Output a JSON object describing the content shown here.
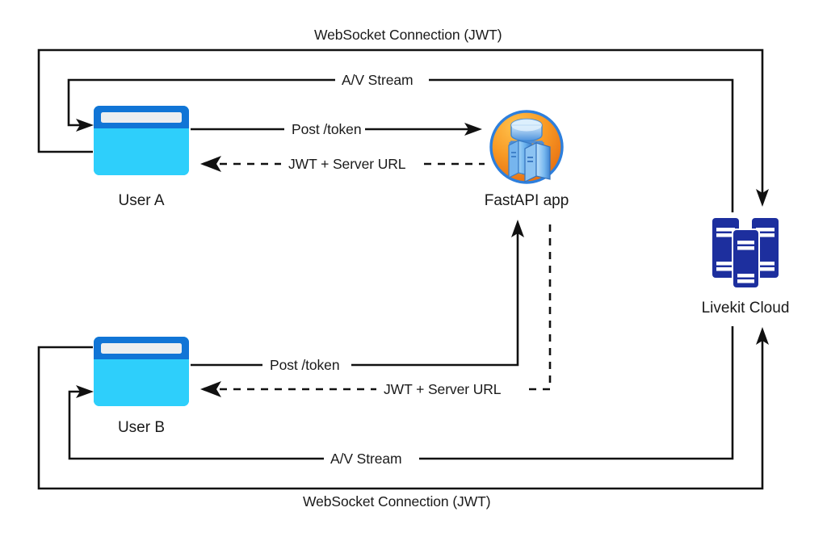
{
  "diagram": {
    "title": "LiveKit WebRTC architecture with FastAPI token server",
    "background_color": "#ffffff",
    "line_color": "#111111",
    "colors": {
      "browser_titlebar": "#1175d6",
      "browser_body": "#2ecffb",
      "browser_urlbar": "#eceef0",
      "livekit_server": "#1d2f9e",
      "fastapi_ring": "#2d7fdd",
      "fastapi_badge_top": "#f8a727",
      "fastapi_badge_bottom": "#e8711a",
      "fastapi_server_blue": "#5ba3e8"
    }
  },
  "nodes": [
    {
      "id": "user-a",
      "label": "User A",
      "icon": "browser-window-icon",
      "type": "client"
    },
    {
      "id": "fastapi",
      "label": "FastAPI app",
      "icon": "server-database-icon",
      "type": "service"
    },
    {
      "id": "livekit",
      "label": "Livekit Cloud",
      "icon": "server-stack-icon",
      "type": "cloud"
    },
    {
      "id": "user-b",
      "label": "User B",
      "icon": "browser-window-icon",
      "type": "client"
    }
  ],
  "edges": [
    {
      "id": "ws-top",
      "label": "WebSocket Connection (JWT)",
      "from": "user-a",
      "to": "livekit",
      "style": "solid",
      "arrow": "both"
    },
    {
      "id": "av-top",
      "label": "A/V Stream",
      "from": "livekit",
      "to": "user-a",
      "style": "solid",
      "arrow": "single"
    },
    {
      "id": "post-token-a",
      "label": "Post /token",
      "from": "user-a",
      "to": "fastapi",
      "style": "solid",
      "arrow": "single"
    },
    {
      "id": "jwt-url-a",
      "label": "JWT + Server URL",
      "from": "fastapi",
      "to": "user-a",
      "style": "dashed",
      "arrow": "single"
    },
    {
      "id": "post-token-b",
      "label": "Post /token",
      "from": "user-b",
      "to": "fastapi",
      "style": "solid",
      "arrow": "single"
    },
    {
      "id": "jwt-url-b",
      "label": "JWT + Server URL",
      "from": "fastapi",
      "to": "user-b",
      "style": "dashed",
      "arrow": "single"
    },
    {
      "id": "av-bottom",
      "label": "A/V Stream",
      "from": "livekit",
      "to": "user-b",
      "style": "solid",
      "arrow": "single"
    },
    {
      "id": "ws-bottom",
      "label": "WebSocket Connection (JWT)",
      "from": "user-b",
      "to": "livekit",
      "style": "solid",
      "arrow": "both"
    }
  ],
  "labels": {
    "ws_top": "WebSocket Connection (JWT)",
    "av_top": "A/V Stream",
    "post_token_a": "Post /token",
    "jwt_url_a": "JWT + Server URL",
    "post_token_b": "Post /token",
    "jwt_url_b": "JWT + Server URL",
    "av_bottom": "A/V Stream",
    "ws_bottom": "WebSocket Connection (JWT)",
    "user_a": "User A",
    "user_b": "User B",
    "fastapi_app": "FastAPI app",
    "livekit_cloud": "Livekit Cloud"
  }
}
